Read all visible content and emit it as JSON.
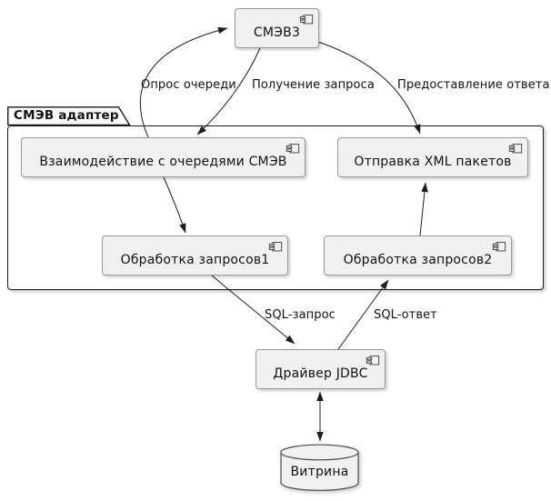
{
  "frame": {
    "title": "СМЭВ адаптер"
  },
  "nodes": {
    "smev3": {
      "label": "СМЭВ3",
      "type": "component"
    },
    "queues": {
      "label": "Взаимодействие с очередями СМЭВ",
      "type": "component"
    },
    "xml_send": {
      "label": "Отправка XML пакетов",
      "type": "component"
    },
    "proc1": {
      "label": "Обработка запросов1",
      "type": "component"
    },
    "proc2": {
      "label": "Обработка запросов2",
      "type": "component"
    },
    "jdbc": {
      "label": "Драйвер JDBC",
      "type": "component"
    },
    "vitrina": {
      "label": "Витрина",
      "type": "database"
    }
  },
  "edges": [
    {
      "id": "poll",
      "from": "queues",
      "to": "smev3",
      "label": "Опрос очереди"
    },
    {
      "id": "receive",
      "from": "smev3",
      "to": "queues",
      "label": "Получение запроса"
    },
    {
      "id": "respond",
      "from": "smev3",
      "to": "xml_send",
      "label": "Предоставление ответа"
    },
    {
      "id": "queues-proc1",
      "from": "queues",
      "to": "proc1",
      "label": ""
    },
    {
      "id": "proc2-xml",
      "from": "proc2",
      "to": "xml_send",
      "label": ""
    },
    {
      "id": "sql-request",
      "from": "proc1",
      "to": "jdbc",
      "label": "SQL-запрос"
    },
    {
      "id": "sql-response",
      "from": "jdbc",
      "to": "proc2",
      "label": "SQL-ответ"
    },
    {
      "id": "jdbc-vitrina",
      "from": "jdbc",
      "to": "vitrina",
      "label": "",
      "bidirectional": true
    }
  ],
  "icons": {
    "component": "component-icon",
    "database": "database-cylinder-icon"
  },
  "colors": {
    "background": "#FFFFFF",
    "node_fill": "#F1F1F1",
    "node_border": "#989898",
    "frame_border": "#1A1A1A",
    "edge": "#1C1C1C",
    "text": "#111111"
  }
}
